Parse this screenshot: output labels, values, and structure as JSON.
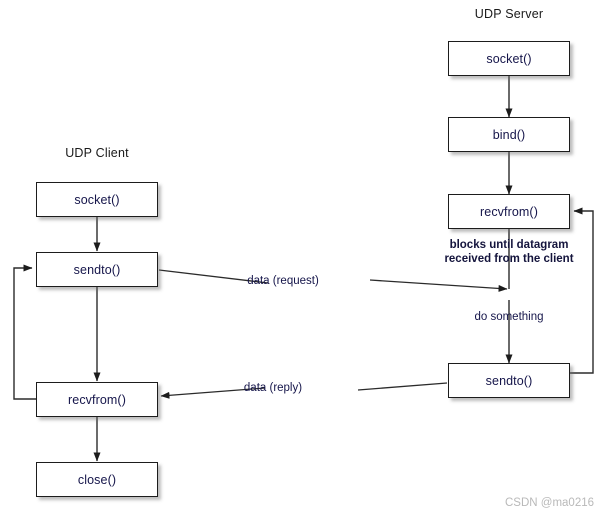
{
  "diagram": {
    "title_client": "UDP Client",
    "title_server": "UDP Server",
    "client_nodes": [
      {
        "id": "client-socket",
        "label": "socket()"
      },
      {
        "id": "client-sendto",
        "label": "sendto()"
      },
      {
        "id": "client-recvfrom",
        "label": "recvfrom()"
      },
      {
        "id": "client-close",
        "label": "close()"
      }
    ],
    "server_nodes": [
      {
        "id": "server-socket",
        "label": "socket()"
      },
      {
        "id": "server-bind",
        "label": "bind()"
      },
      {
        "id": "server-recvfrom",
        "label": "recvfrom()"
      },
      {
        "id": "server-sendto",
        "label": "sendto()"
      }
    ],
    "edge_labels": {
      "request": "data (request)",
      "reply": "data (reply)"
    },
    "notes": {
      "blocks_line1": "blocks until datagram",
      "blocks_line2": "received from the client",
      "do_something": "do something"
    },
    "watermark": "CSDN @ma0216",
    "colors": {
      "box_border": "#1c1c1c",
      "box_fill": "#ffffff",
      "text": "#15154a",
      "line": "#2b2b2b",
      "watermark": "#b9b9b9"
    }
  }
}
